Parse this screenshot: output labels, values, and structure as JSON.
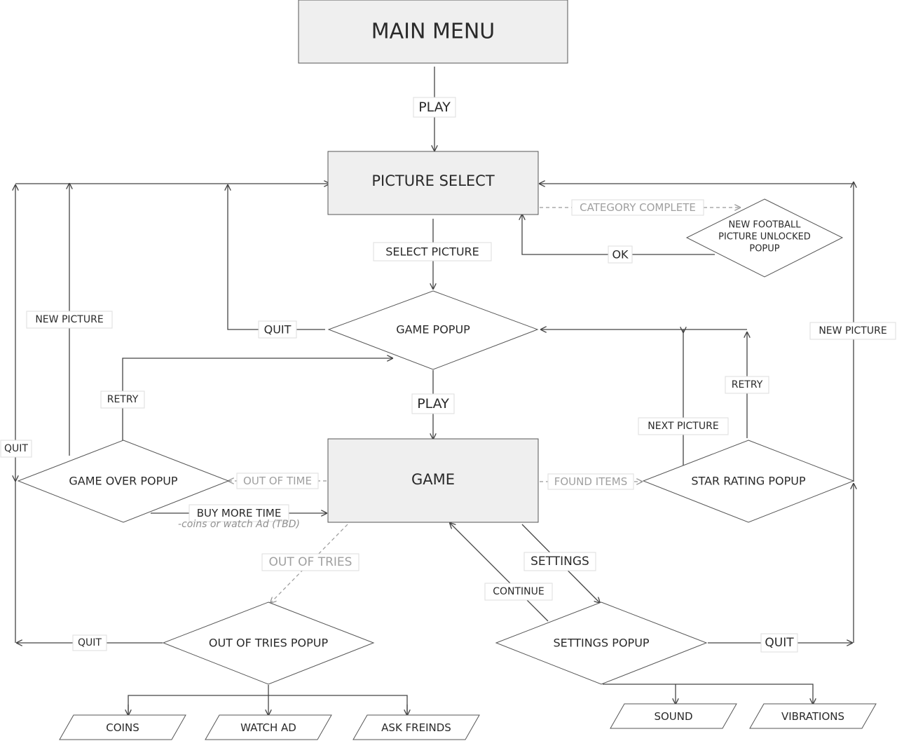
{
  "nodes": {
    "main_menu": "MAIN MENU",
    "picture_select": "PICTURE SELECT",
    "new_football_popup": [
      "NEW FOOTBALL",
      "PICTURE UNLOCKED",
      "POPUP"
    ],
    "game_popup": "GAME POPUP",
    "game": "GAME",
    "game_over_popup": "GAME OVER POPUP",
    "star_rating_popup": "STAR RATING POPUP",
    "out_of_tries_popup": "OUT OF TRIES POPUP",
    "settings_popup": "SETTINGS POPUP",
    "coins": "COINS",
    "watch_ad": "WATCH AD",
    "ask_friends": "ASK FREINDS",
    "sound": "SOUND",
    "vibrations": "VIBRATIONS"
  },
  "edges": {
    "play_1": "PLAY",
    "select_picture": "SELECT PICTURE",
    "category_complete": "CATEGORY COMPLETE",
    "ok": "OK",
    "quit_game_popup": "QUIT",
    "new_picture_left": "NEW PICTURE",
    "new_picture_right": "NEW PICTURE",
    "retry_left": "RETRY",
    "retry_right": "RETRY",
    "next_picture": "NEXT PICTURE",
    "play_2": "PLAY",
    "quit_left": "QUIT",
    "out_of_time": "OUT OF TIME",
    "found_items": "FOUND ITEMS",
    "buy_more_time": "BUY MORE TIME",
    "buy_more_time_note": "-coins or watch Ad (TBD)",
    "out_of_tries": "OUT OF TRIES",
    "settings": "SETTINGS",
    "continue": "CONTINUE",
    "quit_tries": "QUIT",
    "quit_settings": "QUIT"
  }
}
